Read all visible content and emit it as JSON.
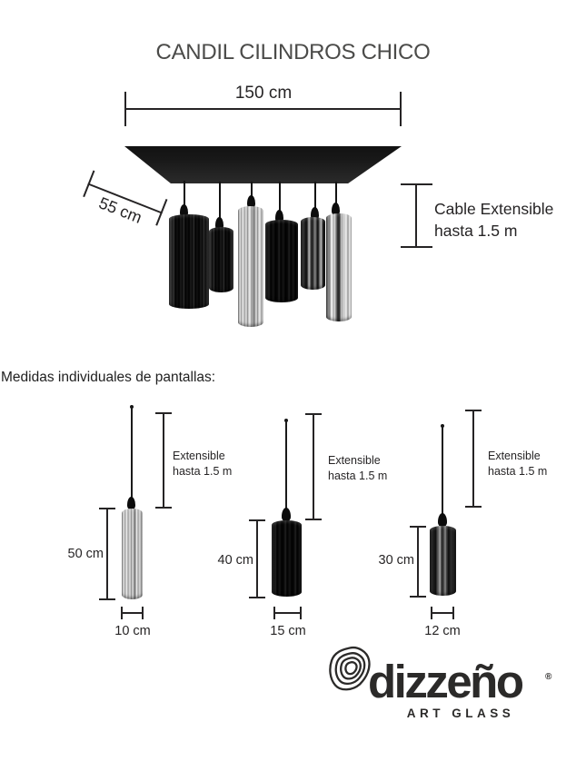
{
  "title": "CANDIL CILINDROS CHICO",
  "overview": {
    "width_label": "150 cm",
    "depth_label": "55 cm",
    "cable_label_line1": "Cable Extensible",
    "cable_label_line2": "hasta 1.5 m",
    "shade_count": 6
  },
  "section_heading": "Medidas individuales de pantallas:",
  "pendants": [
    {
      "height_label": "50 cm",
      "diameter_label": "10 cm",
      "cable_label_line1": "Extensible",
      "cable_label_line2": "hasta 1.5 m",
      "glass_finish": "silver-mirror"
    },
    {
      "height_label": "40 cm",
      "diameter_label": "15 cm",
      "cable_label_line1": "Extensible",
      "cable_label_line2": "hasta 1.5 m",
      "glass_finish": "black"
    },
    {
      "height_label": "30 cm",
      "diameter_label": "12 cm",
      "cable_label_line1": "Extensible",
      "cable_label_line2": "hasta 1.5 m",
      "glass_finish": "smoked-mirror"
    }
  ],
  "logo": {
    "brand": "dizzeño",
    "registered_mark": "®",
    "tagline": "ART GLASS",
    "icon": "concentric-rings-icon"
  },
  "colors": {
    "ink": "#262425",
    "title_gray": "#4b4b49",
    "logo_ink": "#2b2a29",
    "canopy_black": "#1c1c1c",
    "background": "#ffffff"
  }
}
